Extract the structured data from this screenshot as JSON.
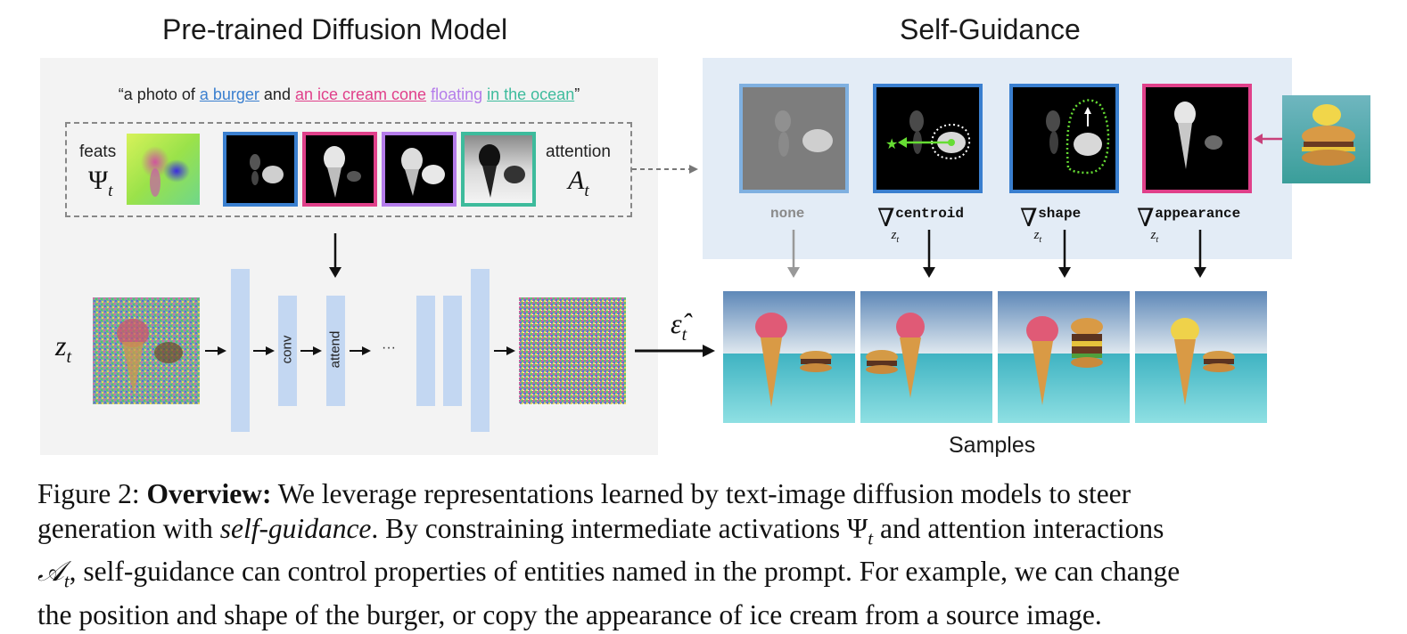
{
  "left_title": "Pre-trained Diffusion Model",
  "right_title": "Self-Guidance",
  "prompt": {
    "open_quote": "“a photo of ",
    "burger": "a burger",
    "and": " and ",
    "ice_cream": "an ice cream cone",
    "floating": "floating",
    "ocean": "in the ocean",
    "close_quote": "”"
  },
  "feats_label": "feats",
  "feats_symbol": "Ψ",
  "attention_label": "attention",
  "attention_symbol": "A",
  "subscript_t": "t",
  "zt_symbol": "z",
  "conv_label": "conv",
  "attend_label": "attend",
  "ellipsis": "···",
  "eps_symbol": "ε̂",
  "guidance": {
    "nabla": "∇",
    "z": "z",
    "t": "t",
    "none": "none",
    "centroid": "centroid",
    "shape": "shape",
    "appearance": "appearance"
  },
  "samples_label": "Samples",
  "colors": {
    "burger": "#3a7fcf",
    "ice_cream": "#e0408a",
    "floating": "#b47cea",
    "ocean": "#3dbb9c",
    "none_border": "#7fb0e0",
    "arrow_pink": "#c8407a",
    "centroid_green": "#66dd33"
  },
  "caption": {
    "figure_label": "Figure 2: ",
    "bold_lead": "Overview:",
    "line1_rest": " We leverage representations learned by text-image diffusion models to steer",
    "line2_a": "generation with ",
    "line2_italic": "self-guidance",
    "line2_b": ". By constraining intermediate activations Ψ",
    "line2_sub": "t",
    "line2_c": " and attention interactions",
    "line3_sym": "𝒜",
    "line3_sub": "t",
    "line3_rest": ", self-guidance can control properties of entities named in the prompt. For example, we can change",
    "line4": "the position and shape of the burger, or copy the appearance of ice cream from a source image."
  }
}
